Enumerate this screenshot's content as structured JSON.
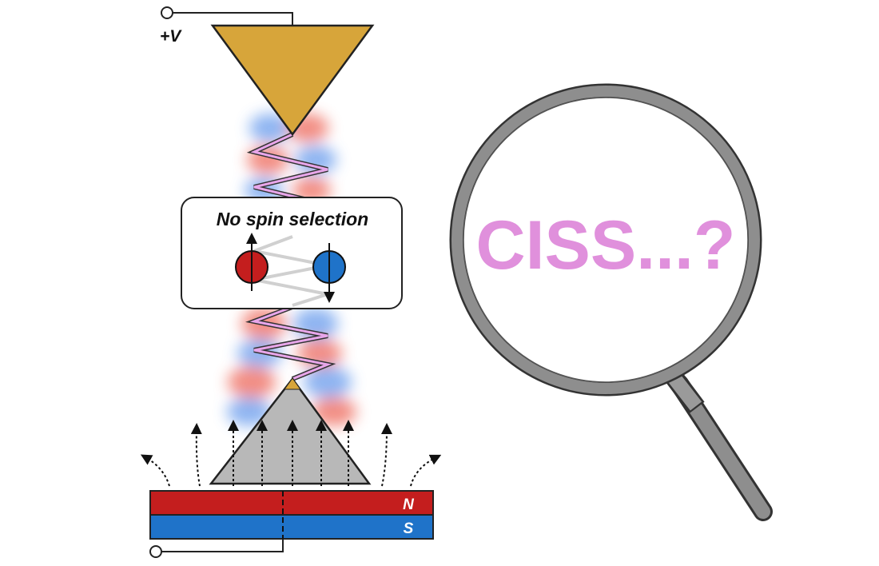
{
  "labels": {
    "voltage": "+V",
    "no_spin_selection": "No spin selection",
    "north": "N",
    "south": "S",
    "magnifier_text": "CISS...?"
  },
  "colors": {
    "tip_gold": "#d7a53a",
    "substrate_gray": "#b8b8b8",
    "magnet_red": "#c41e1e",
    "magnet_blue": "#1f73c9",
    "spin_red": "#c41e1e",
    "spin_blue": "#1f73c9",
    "helix_pink": "#e8a6ea",
    "glow_red": "#f07a6e",
    "glow_blue": "#7aa7ef",
    "ciss_text": "#e090dc",
    "lens_gray": "#8e8e8e"
  }
}
